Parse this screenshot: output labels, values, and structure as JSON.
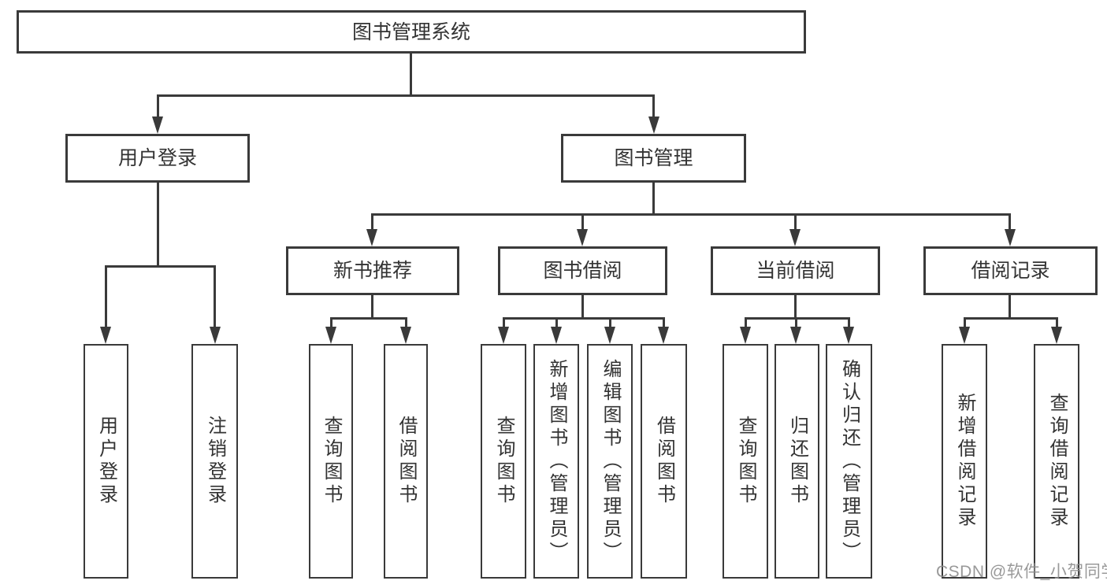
{
  "colors": {
    "line": "#3a3a3a",
    "text": "#333333",
    "watermark": "#8f8f8f"
  },
  "watermark": "CSDN @软件_小贺同学",
  "tree": {
    "label": "图书管理系统",
    "children": [
      {
        "label": "用户登录",
        "children": [
          {
            "label": "用户登录"
          },
          {
            "label": "注销登录"
          }
        ]
      },
      {
        "label": "图书管理",
        "children": [
          {
            "label": "新书推荐",
            "children": [
              {
                "label": "查询图书"
              },
              {
                "label": "借阅图书"
              }
            ]
          },
          {
            "label": "图书借阅",
            "children": [
              {
                "label": "查询图书"
              },
              {
                "label": "新增图书（管理员）"
              },
              {
                "label": "编辑图书（管理员）"
              },
              {
                "label": "借阅图书"
              }
            ]
          },
          {
            "label": "当前借阅",
            "children": [
              {
                "label": "查询图书"
              },
              {
                "label": "归还图书"
              },
              {
                "label": "确认归还（管理员）"
              }
            ]
          },
          {
            "label": "借阅记录",
            "children": [
              {
                "label": "新增借阅记录"
              },
              {
                "label": "查询借阅记录"
              }
            ]
          }
        ]
      }
    ]
  }
}
